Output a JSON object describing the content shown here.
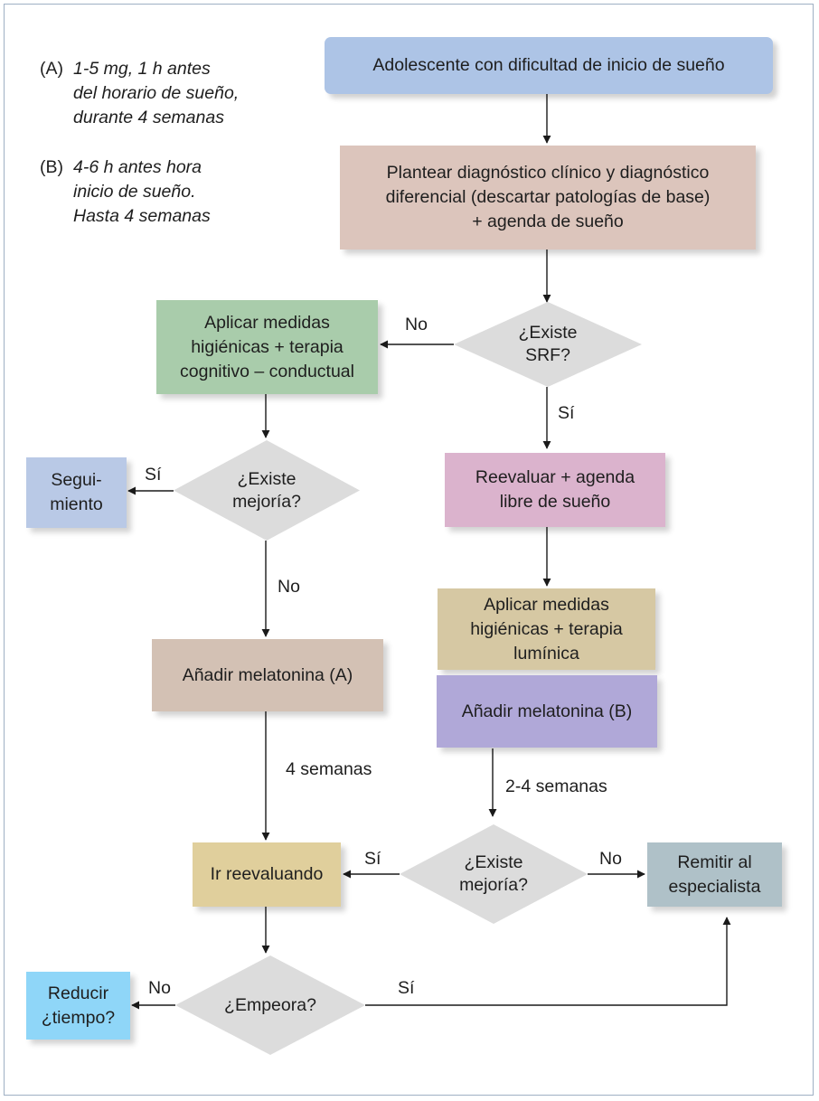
{
  "notes": {
    "a": {
      "tag": "(A)",
      "lines": [
        "1-5 mg, 1 h antes",
        "del horario de sueño,",
        "durante 4 semanas"
      ]
    },
    "b": {
      "tag": "(B)",
      "lines": [
        "4-6 h antes hora",
        "inicio de sueño.",
        "Hasta 4 semanas"
      ]
    }
  },
  "nodes": {
    "start": {
      "text": "Adolescente con dificultad de inicio de sueño"
    },
    "diagnose": {
      "lines": [
        "Plantear diagnóstico clínico y diagnóstico",
        "diferencial (descartar patologías de base)",
        "+ agenda de sueño"
      ]
    },
    "srf_q": {
      "lines": [
        "¿Existe",
        "SRF?"
      ]
    },
    "hygiene_cbt": {
      "lines": [
        "Aplicar medidas",
        "higiénicas + terapia",
        "cognitivo – conductual"
      ]
    },
    "improve_q1": {
      "lines": [
        "¿Existe",
        "mejoría?"
      ]
    },
    "followup": {
      "lines": [
        "Segui-",
        "miento"
      ]
    },
    "reevaluate_agenda": {
      "lines": [
        "Reevaluar + agenda",
        "libre de sueño"
      ]
    },
    "hygiene_light": {
      "lines": [
        "Aplicar medidas",
        "higiénicas + terapia",
        "lumínica"
      ]
    },
    "melatonin_a": {
      "text": "Añadir melatonina (A)"
    },
    "melatonin_b": {
      "text": "Añadir melatonina (B)"
    },
    "improve_q2": {
      "lines": [
        "¿Existe",
        "mejoría?"
      ]
    },
    "keep_reevaluating": {
      "text": "Ir reevaluando"
    },
    "refer": {
      "lines": [
        "Remitir al",
        "especialista"
      ]
    },
    "worse_q": {
      "text": "¿Empeora?"
    },
    "reduce_time": {
      "lines": [
        "Reducir",
        "¿tiempo?"
      ]
    }
  },
  "edge_labels": {
    "srf_no": "No",
    "srf_yes": "Sí",
    "improve1_yes": "Sí",
    "improve1_no": "No",
    "four_weeks": "4 semanas",
    "two_four_weeks": "2-4 semanas",
    "improve2_yes": "Sí",
    "improve2_no": "No",
    "worse_no": "No",
    "worse_yes": "Sí"
  },
  "colors": {
    "start": "#adc4e6",
    "diagnose": "#dcc5bc",
    "hygiene_cbt": "#a9ccab",
    "followup": "#b9c9e6",
    "reevaluate_agenda": "#dbb3cd",
    "hygiene_light": "#d6c8a3",
    "melatonin_a": "#d3c1b4",
    "melatonin_b": "#b0a8d8",
    "keep_reevaluating": "#e0cf9c",
    "refer": "#afc1c8",
    "reduce_time": "#8fd6f8",
    "diamond": "#dcdcdc",
    "frame": "#9fb0c4"
  }
}
